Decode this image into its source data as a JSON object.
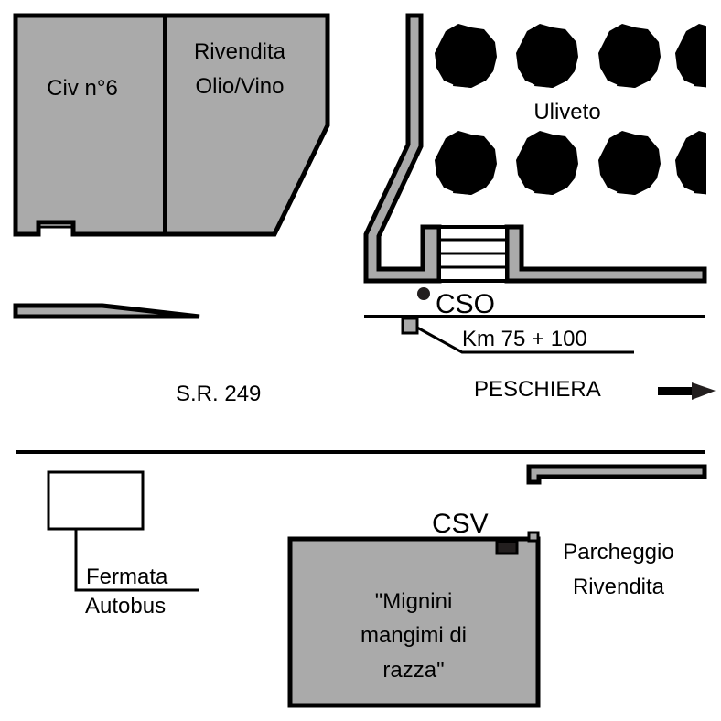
{
  "map": {
    "colors": {
      "building_fill": "#aaaaaa",
      "outline": "#000000",
      "tree": "#00ff00",
      "background": "#ffffff",
      "marker_dark": "#231f1f"
    },
    "buildings": {
      "civ6": "Civ n°6",
      "rivendita_line1": "Rivendita",
      "rivendita_line2": "Olio/Vino",
      "mignini_line1": "\"Mignini",
      "mignini_line2": "mangimi di",
      "mignini_line3": "razza\""
    },
    "labels": {
      "uliveto": "Uliveto",
      "cso": "CSO",
      "km": "Km 75 + 100",
      "road": "S.R. 249",
      "direction": "PESCHIERA",
      "bus_line1": "Fermata",
      "bus_line2": "Autobus",
      "csv": "CSV",
      "parking_line1": "Parcheggio",
      "parking_line2": "Rivendita"
    },
    "icons": {
      "direction_arrow": "arrow-right-icon",
      "tree": "olive-tree-icon",
      "cso_marker": "dot-marker-icon",
      "km_marker": "square-marker-icon"
    },
    "olive_trees": {
      "rows": 2,
      "columns": 4
    }
  }
}
